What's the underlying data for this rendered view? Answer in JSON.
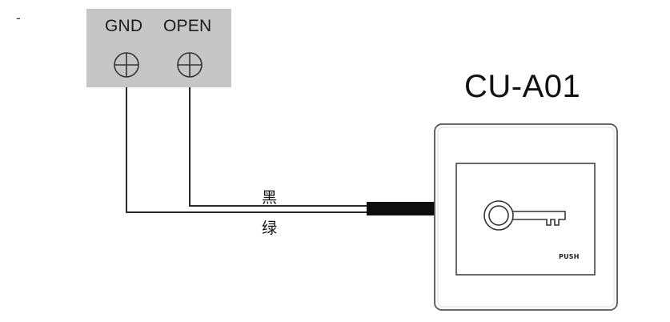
{
  "page": {
    "corner_mark": "-"
  },
  "terminal_block": {
    "terminals": [
      {
        "label": "GND",
        "icon": "screw-terminal-icon"
      },
      {
        "label": "OPEN",
        "icon": "screw-terminal-icon"
      }
    ],
    "color": "#c6c6c6"
  },
  "device": {
    "model": "CU-A01",
    "button_text": "PUSH",
    "icon": "key-icon"
  },
  "wires": {
    "black_label": "黑",
    "green_label": "绿"
  }
}
